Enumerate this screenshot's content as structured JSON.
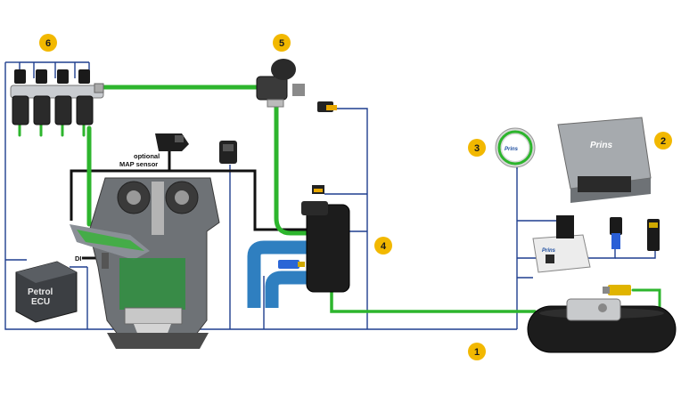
{
  "badges": [
    "1",
    "2",
    "3",
    "4",
    "5",
    "6"
  ],
  "labels": {
    "optional_line1": "optional",
    "optional_line2": "MAP sensor",
    "di": "DI",
    "petrol_ecu_line1": "Petrol",
    "petrol_ecu_line2": "ECU",
    "prins_switch": "Prins",
    "prins_ecu": "Prins",
    "prins_module": "Prins"
  },
  "colors": {
    "gas_line": "#2db52d",
    "wire": "#1f3f8f",
    "coolant": "#2f7fc0",
    "badge": "#f2b800",
    "black_line": "#111111"
  }
}
